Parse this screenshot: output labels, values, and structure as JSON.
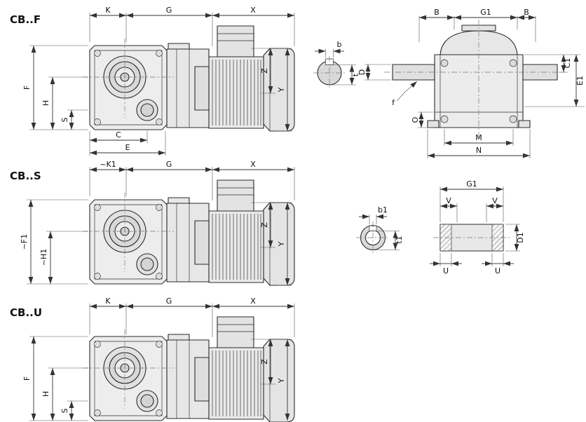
{
  "sections": {
    "cbf": {
      "title": "CB..F",
      "dims": {
        "k": "K",
        "g": "G",
        "x": "X",
        "z": "Z",
        "y": "Y",
        "f": "F",
        "h": "H",
        "s": "S",
        "c": "C",
        "e": "E"
      },
      "key_section": {
        "b": "b",
        "t": "t"
      },
      "front_view": {
        "b_left": "B",
        "g1": "G1",
        "b_right": "B",
        "c1": "C1",
        "e1": "E1",
        "d": "D",
        "f": "f",
        "o": "O",
        "m": "M",
        "n": "N"
      }
    },
    "cbs": {
      "title": "CB..S",
      "dims": {
        "k1": "~K1",
        "g": "G",
        "x": "X",
        "z": "Z",
        "y": "Y",
        "f1": "~F1",
        "h1": "~H1"
      },
      "key_section": {
        "b1": "b1",
        "t1": "t1"
      },
      "hollow_shaft": {
        "g1": "G1",
        "v_left": "V",
        "v_right": "V",
        "u_left": "U",
        "u_right": "U",
        "d1": "D1"
      }
    },
    "cbu": {
      "title": "CB..U",
      "dims": {
        "k": "K",
        "g": "G",
        "x": "X",
        "z": "Z",
        "y": "Y",
        "f": "F",
        "h": "H",
        "s": "S"
      }
    }
  }
}
